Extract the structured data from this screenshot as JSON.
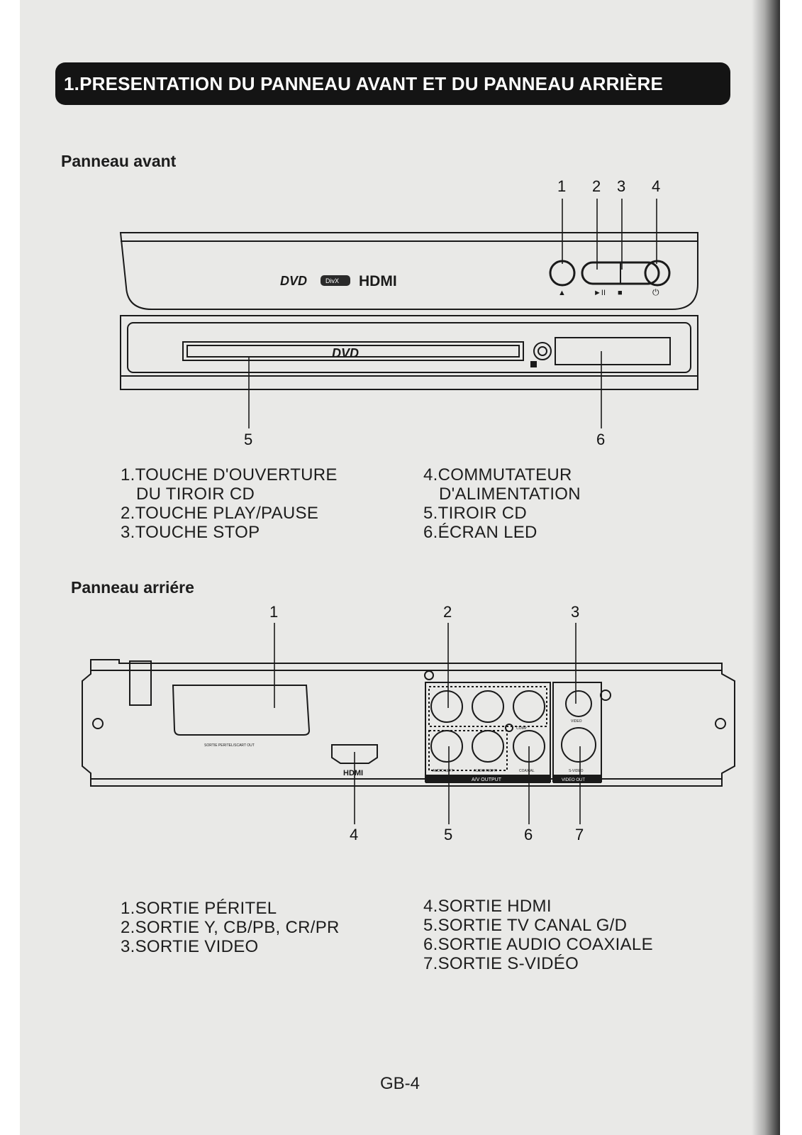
{
  "title": "1.PRESENTATION DU PANNEAU AVANT ET DU PANNEAU ARRIÈRE",
  "front": {
    "heading": "Panneau avant",
    "logos": {
      "dvd": "DVD",
      "divx": "DivX",
      "hdmi": "HDMI"
    },
    "button_symbols": {
      "eject": "▲",
      "play_pause": "►II",
      "stop": "■",
      "power": "⏻"
    },
    "callouts": [
      "1",
      "2",
      "3",
      "4",
      "5",
      "6"
    ],
    "legend_left": [
      "1.TOUCHE D'OUVERTURE",
      "DU TIROIR CD",
      "2.TOUCHE PLAY/PAUSE",
      "3.TOUCHE STOP"
    ],
    "legend_right": [
      "4.COMMUTATEUR",
      "D'ALIMENTATION",
      "5.TIROIR CD",
      "6.ÉCRAN LED"
    ]
  },
  "rear": {
    "heading": "Panneau arriére",
    "labels": {
      "scart": "SORTIE PERITEL/SCART OUT",
      "hdmi": "HDMI",
      "audio_left": "AUDIO LEFT",
      "audio_right": "AUDIO RIGHT",
      "coaxial": "COAXIAL",
      "av_output": "A/V OUTPUT",
      "video": "VIDEO",
      "svideo": "S-VIDEO",
      "video_out": "VIDEO OUT",
      "comp": "COMP"
    },
    "callouts": [
      "1",
      "2",
      "3",
      "4",
      "5",
      "6",
      "7"
    ],
    "legend_left": [
      "1.SORTIE PÉRITEL",
      "2.SORTIE Y, CB/PB, CR/PR",
      "3.SORTIE VIDEO"
    ],
    "legend_right": [
      "4.SORTIE HDMI",
      "5.SORTIE TV CANAL G/D",
      "6.SORTIE AUDIO COAXIALE",
      "7.SORTIE S-VIDÉO"
    ]
  },
  "page_number": "GB-4"
}
